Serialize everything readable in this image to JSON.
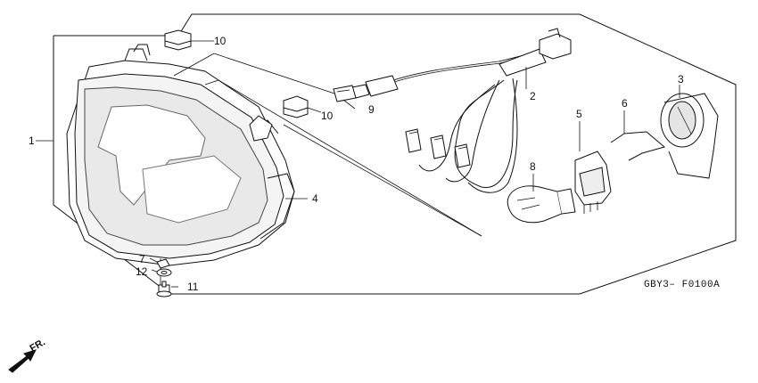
{
  "diagram": {
    "callouts": {
      "c1": "1",
      "c2": "2",
      "c3": "3",
      "c4": "4",
      "c5": "5",
      "c6": "6",
      "c7": "7",
      "c8": "8",
      "c9": "9",
      "c10a": "10",
      "c10b": "10",
      "c11": "11",
      "c12": "12"
    },
    "figure_code": "GBY3– F0100A",
    "direction_label": "FR."
  },
  "colors": {
    "line": "#111111",
    "shade": "#cfcfcf",
    "paper": "#ffffff"
  }
}
